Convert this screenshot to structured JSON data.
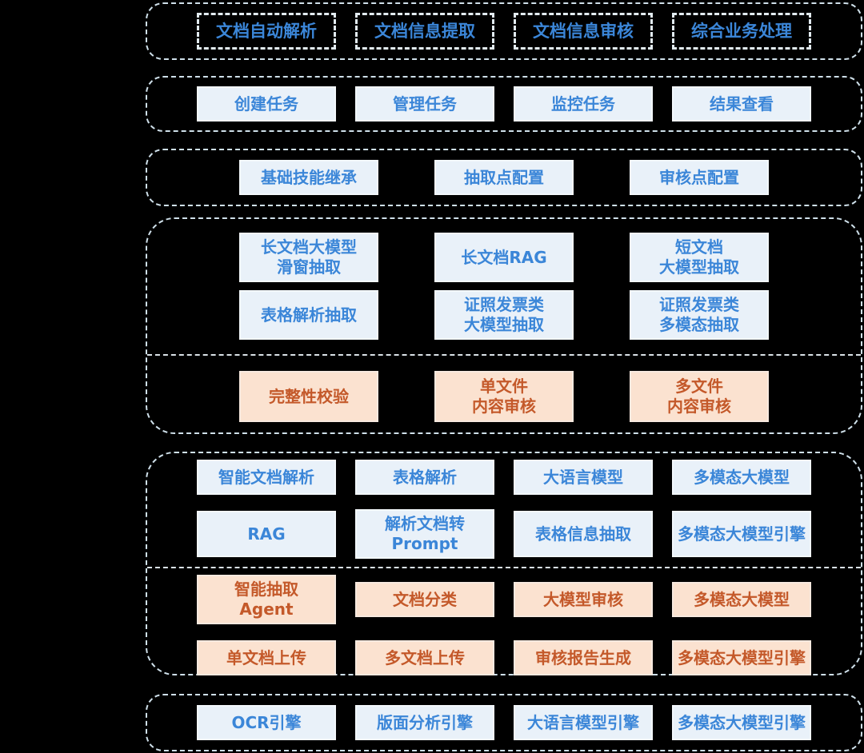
{
  "colors": {
    "background": "#000000",
    "container_dashed_border": "#CFE0EA",
    "blue_text": "#3B86D8",
    "blue_box_fill": "#E9F1F9",
    "orange_text": "#C4592A",
    "orange_box_fill": "#FBE2D0",
    "divider": "#DAE2E7"
  },
  "layers": [
    {
      "name": "business-scenario",
      "rows": [
        {
          "variant": "outline",
          "boxes": [
            {
              "lines": [
                "文档自动解析"
              ]
            },
            {
              "lines": [
                "文档信息提取"
              ]
            },
            {
              "lines": [
                "文档信息审核"
              ]
            },
            {
              "lines": [
                "综合业务处理"
              ]
            }
          ]
        }
      ]
    },
    {
      "name": "task-management",
      "rows": [
        {
          "variant": "blue",
          "boxes": [
            {
              "lines": [
                "创建任务"
              ]
            },
            {
              "lines": [
                "管理任务"
              ]
            },
            {
              "lines": [
                "监控任务"
              ]
            },
            {
              "lines": [
                "结果查看"
              ]
            }
          ]
        }
      ]
    },
    {
      "name": "skill-config",
      "rows": [
        {
          "variant": "blue",
          "boxes": [
            {
              "lines": [
                "基础技能继承"
              ]
            },
            {
              "lines": [
                "抽取点配置"
              ]
            },
            {
              "lines": [
                "审核点配置"
              ]
            }
          ]
        }
      ]
    },
    {
      "name": "extract-audit-skills",
      "rows": [
        {
          "variant": "blue",
          "boxes": [
            {
              "lines": [
                "长文档大模型",
                "滑窗抽取"
              ]
            },
            {
              "lines": [
                "长文档RAG"
              ]
            },
            {
              "lines": [
                "短文档",
                "大模型抽取"
              ]
            }
          ]
        },
        {
          "variant": "blue",
          "boxes": [
            {
              "lines": [
                "表格解析抽取"
              ]
            },
            {
              "lines": [
                "证照发票类",
                "大模型抽取"
              ]
            },
            {
              "lines": [
                "证照发票类",
                "多模态抽取"
              ]
            }
          ]
        },
        {
          "variant": "orange",
          "divider_before": true,
          "boxes": [
            {
              "lines": [
                "完整性校验"
              ]
            },
            {
              "lines": [
                "单文件",
                "内容审核"
              ]
            },
            {
              "lines": [
                "多文件",
                "内容审核"
              ]
            }
          ]
        }
      ]
    },
    {
      "name": "atomic-capabilities",
      "rows": [
        {
          "variant": "blue",
          "boxes": [
            {
              "lines": [
                "智能文档解析"
              ]
            },
            {
              "lines": [
                "表格解析"
              ]
            },
            {
              "lines": [
                "大语言模型"
              ]
            },
            {
              "lines": [
                "多模态大模型"
              ]
            }
          ]
        },
        {
          "variant": "blue",
          "boxes": [
            {
              "lines": [
                "RAG"
              ]
            },
            {
              "lines": [
                "解析文档转",
                "Prompt"
              ]
            },
            {
              "lines": [
                "表格信息抽取"
              ]
            },
            {
              "lines": [
                "多模态大模型引擎"
              ]
            }
          ]
        },
        {
          "variant": "orange",
          "divider_before": true,
          "boxes": [
            {
              "lines": [
                "智能抽取",
                "Agent"
              ]
            },
            {
              "lines": [
                "文档分类"
              ]
            },
            {
              "lines": [
                "大模型审核"
              ]
            },
            {
              "lines": [
                "多模态大模型"
              ]
            }
          ]
        },
        {
          "variant": "orange",
          "boxes": [
            {
              "lines": [
                "单文档上传"
              ]
            },
            {
              "lines": [
                "多文档上传"
              ]
            },
            {
              "lines": [
                "审核报告生成"
              ]
            },
            {
              "lines": [
                "多模态大模型引擎"
              ]
            }
          ]
        }
      ]
    },
    {
      "name": "engines",
      "rows": [
        {
          "variant": "blue",
          "boxes": [
            {
              "lines": [
                "OCR引擎"
              ]
            },
            {
              "lines": [
                "版面分析引擎"
              ]
            },
            {
              "lines": [
                "大语言模型引擎"
              ]
            },
            {
              "lines": [
                "多模态大模型引擎"
              ]
            }
          ]
        }
      ]
    }
  ]
}
